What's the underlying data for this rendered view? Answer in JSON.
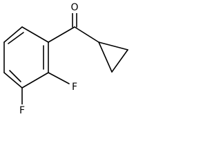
{
  "molecule": {
    "atoms": {
      "oxygen": "O",
      "fluorine_1": "F",
      "fluorine_2": "F"
    }
  }
}
